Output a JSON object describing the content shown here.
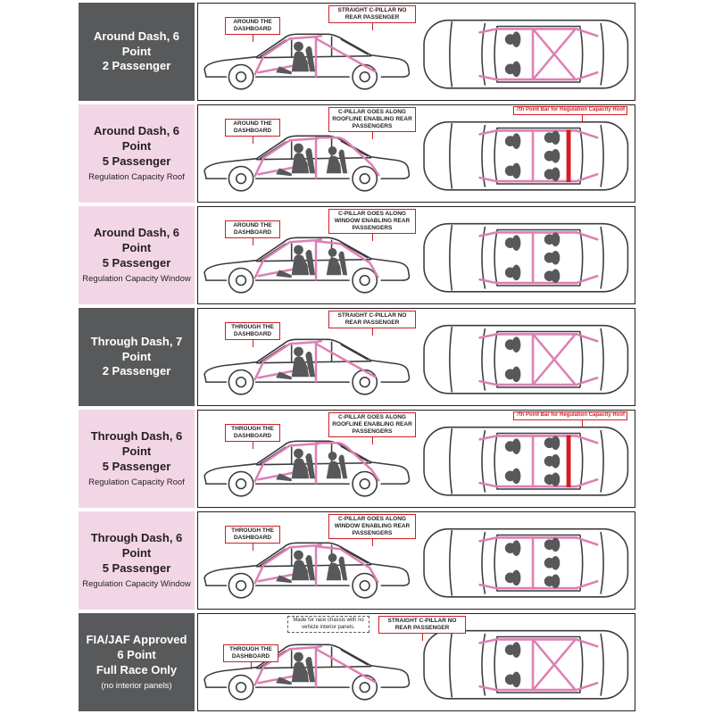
{
  "colors": {
    "label_dark_bg": "#58595b",
    "label_pink_bg": "#f3d6e6",
    "cage_pink": "#de7fb4",
    "annotation_red": "#cb2026",
    "regulation_red": "#d21f26",
    "line_art": "#3b3b3d"
  },
  "rows": [
    {
      "theme": "dark",
      "label_line1": "Around Dash, 6 Point",
      "label_line2": "2 Passenger",
      "dash_note": "AROUND THE DASHBOARD",
      "cpillar_note": "STRAIGHT C-PILLAR NO REAR PASSENGER",
      "passenger_capacity": "2"
    },
    {
      "theme": "pink",
      "label_line1": "Around Dash, 6 Point",
      "label_line2": "5 Passenger",
      "label_sub": "Regulation Capacity Roof",
      "dash_note": "AROUND THE DASHBOARD",
      "cpillar_note": "C-PILLAR GOES ALONG ROOFLINE ENABLING REAR PASSENGERS",
      "red_note": "7th Point Bar for Regulation Capacity Roof",
      "passenger_capacity": "5"
    },
    {
      "theme": "pink",
      "label_line1": "Around Dash, 6 Point",
      "label_line2": "5 Passenger",
      "label_sub": "Regulation Capacity Window",
      "dash_note": "AROUND THE DASHBOARD",
      "cpillar_note": "C-PILLAR GOES ALONG WINDOW ENABLING REAR PASSENGERS",
      "passenger_capacity": "5"
    },
    {
      "theme": "dark",
      "label_line1": "Through Dash, 7 Point",
      "label_line2": "2 Passenger",
      "dash_note": "THROUGH THE DASHBOARD",
      "cpillar_note": "STRAIGHT C-PILLAR NO REAR PASSENGER",
      "passenger_capacity": "2"
    },
    {
      "theme": "pink",
      "label_line1": "Through Dash, 6 Point",
      "label_line2": "5 Passenger",
      "label_sub": "Regulation Capacity Roof",
      "dash_note": "THROUGH THE DASHBOARD",
      "cpillar_note": "C-PILLAR GOES ALONG ROOFLINE ENABLING REAR PASSENGERS",
      "red_note": "7th Point Bar for Regulation Capacity Roof",
      "passenger_capacity": "5"
    },
    {
      "theme": "pink",
      "label_line1": "Through Dash, 6 Point",
      "label_line2": "5 Passenger",
      "label_sub": "Regulation Capacity Window",
      "dash_note": "THROUGH THE DASHBOARD",
      "cpillar_note": "C-PILLAR GOES ALONG WINDOW ENABLING REAR PASSENGERS",
      "passenger_capacity": "5"
    },
    {
      "theme": "dark",
      "label_line1": "FIA/JAF Approved",
      "label_line2": "6 Point",
      "label_line3": "Full Race Only",
      "label_sub": "(no interior panels)",
      "dash_note": "THROUGH THE DASHBOARD",
      "cpillar_note": "STRAIGHT C-PILLAR NO REAR PASSENGER",
      "race_note": "Made for race chassis with no vehicle interior panels.",
      "passenger_capacity": "2"
    }
  ]
}
